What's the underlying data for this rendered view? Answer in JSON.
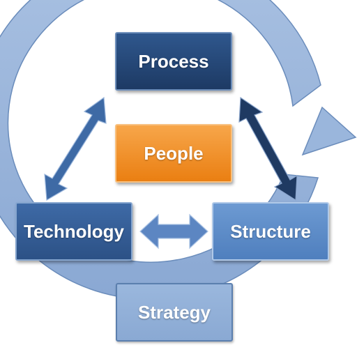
{
  "diagram": {
    "nodes": {
      "process": "Process",
      "people": "People",
      "technology": "Technology",
      "structure": "Structure",
      "strategy": "Strategy"
    },
    "colors": {
      "cycle_arrow": "#98b4da",
      "cycle_outline": "#6a8cbb",
      "process": "#264a7a",
      "people": "#f0901f",
      "technology": "#345e98",
      "structure": "#5e8dc9",
      "strategy": "#93b0d8",
      "arrow_left_diagonal": "#3e6aa5",
      "arrow_right_diagonal": "#1f3a62",
      "arrow_horizontal": "#5c86c2"
    },
    "connections": [
      "process-technology",
      "process-structure",
      "technology-structure"
    ]
  }
}
